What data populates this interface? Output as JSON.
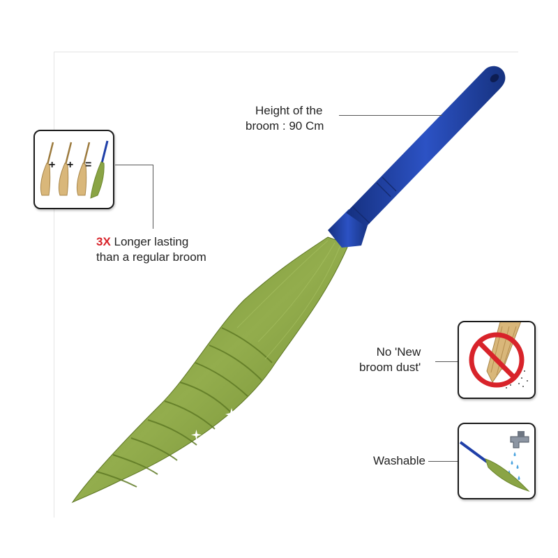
{
  "callouts": {
    "height": {
      "line1": "Height of the",
      "line2": "broom : 90 Cm"
    },
    "lasting": {
      "highlight": "3X",
      "line1_rest": " Longer lasting",
      "line2": "than a regular broom"
    },
    "no_dust": {
      "line1": "No 'New",
      "line2": "broom dust'"
    },
    "washable": {
      "line1": "Washable"
    }
  },
  "equation_symbols": {
    "plus1": "+",
    "plus2": "+",
    "equals": "="
  },
  "icons": {
    "equation": "three-brooms-equal-one-icon",
    "no_dust": "no-broom-dust-icon",
    "washable": "washable-tap-icon"
  },
  "colors": {
    "handle_blue": "#1f3fa8",
    "bristle_green": "#7f9a3a",
    "accent_red": "#d8232a",
    "straw": "#d9b77a"
  }
}
